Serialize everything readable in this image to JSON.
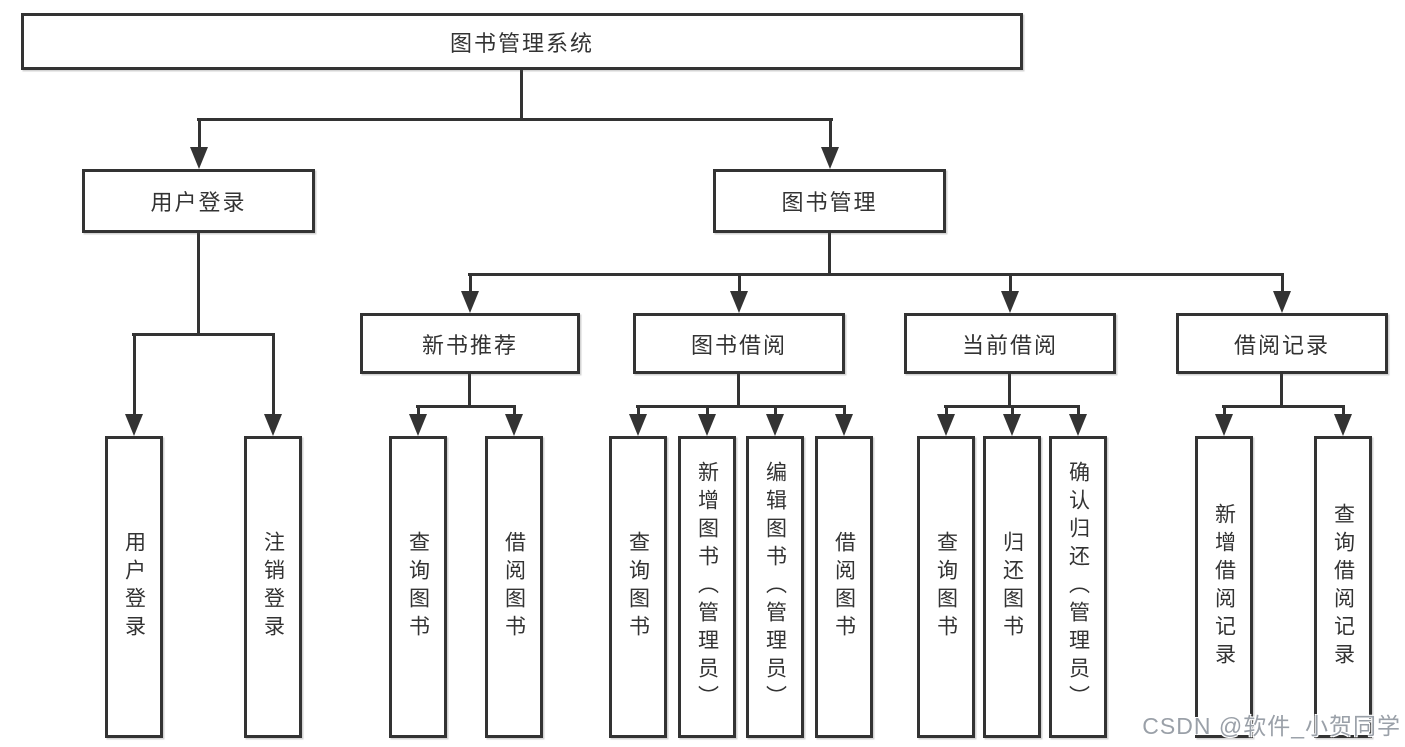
{
  "watermark": "CSDN @软件_小贺同学",
  "colors": {
    "line": "#333333",
    "text": "#333333",
    "watermark": "#9aa0a8"
  },
  "tree": {
    "root": {
      "label": "图书管理系统"
    },
    "branches": [
      {
        "label": "用户登录",
        "children": [
          {
            "label": "用户登录"
          },
          {
            "label": "注销登录"
          }
        ]
      },
      {
        "label": "图书管理",
        "children": [
          {
            "label": "新书推荐",
            "children": [
              {
                "label": "查询图书"
              },
              {
                "label": "借阅图书"
              }
            ]
          },
          {
            "label": "图书借阅",
            "children": [
              {
                "label": "查询图书"
              },
              {
                "label": "新增图书（管理员）"
              },
              {
                "label": "编辑图书（管理员）"
              },
              {
                "label": "借阅图书"
              }
            ]
          },
          {
            "label": "当前借阅",
            "children": [
              {
                "label": "查询图书"
              },
              {
                "label": "归还图书"
              },
              {
                "label": "确认归还（管理员）"
              }
            ]
          },
          {
            "label": "借阅记录",
            "children": [
              {
                "label": "新增借阅记录"
              },
              {
                "label": "查询借阅记录"
              }
            ]
          }
        ]
      }
    ]
  }
}
